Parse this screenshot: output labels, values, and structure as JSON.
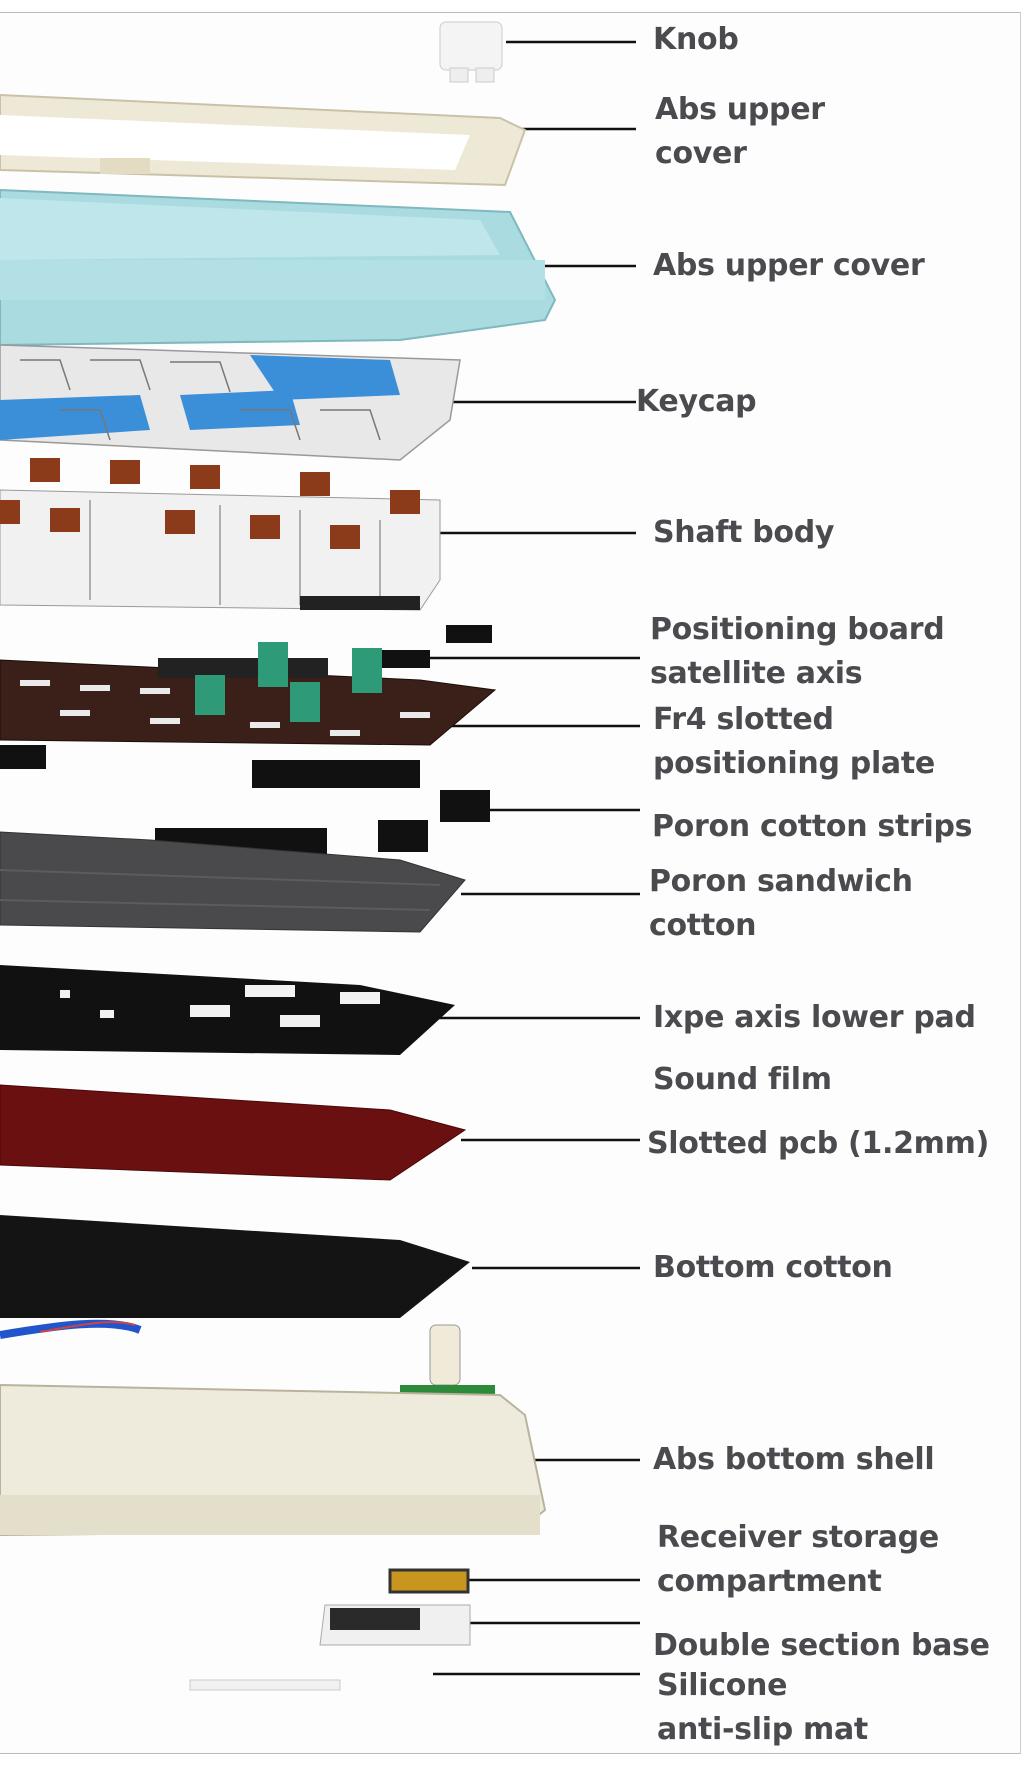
{
  "title": "Keyboard exploded view",
  "labels": {
    "knob": "Knob",
    "abs_upper_cover_frame": [
      "Abs upper",
      "cover"
    ],
    "abs_upper_cover": "Abs upper cover",
    "keycap": "Keycap",
    "shaft_body": "Shaft body",
    "positioning_board_satellite_axis": [
      "Positioning board",
      "satellite axis"
    ],
    "fr4_plate": [
      "Fr4 slotted",
      "positioning plate"
    ],
    "poron_strips": "Poron cotton strips",
    "poron_sandwich": [
      "Poron sandwich",
      "cotton"
    ],
    "ixpe": "Ixpe axis lower pad",
    "sound_film": "Sound film",
    "pcb": "Slotted pcb (1.2mm)",
    "bottom_cotton": "Bottom cotton",
    "abs_bottom_shell": "Abs bottom shell",
    "receiver": [
      "Receiver storage",
      "compartment"
    ],
    "double_base": "Double section base",
    "silicone_mat": [
      "Silicone",
      "anti-slip mat"
    ]
  },
  "colors": {
    "text": "#4b4b4f",
    "teal_case": "#a9dbe0",
    "cream": "#eee9d6",
    "keycap_blue": "#3b8fd8",
    "switch_stem": "#8b3a1a",
    "plate": "#3a2018",
    "sandwich": "#4a4a4c",
    "pcb": "#6b1010",
    "stabilizer": "#2f9a78"
  }
}
